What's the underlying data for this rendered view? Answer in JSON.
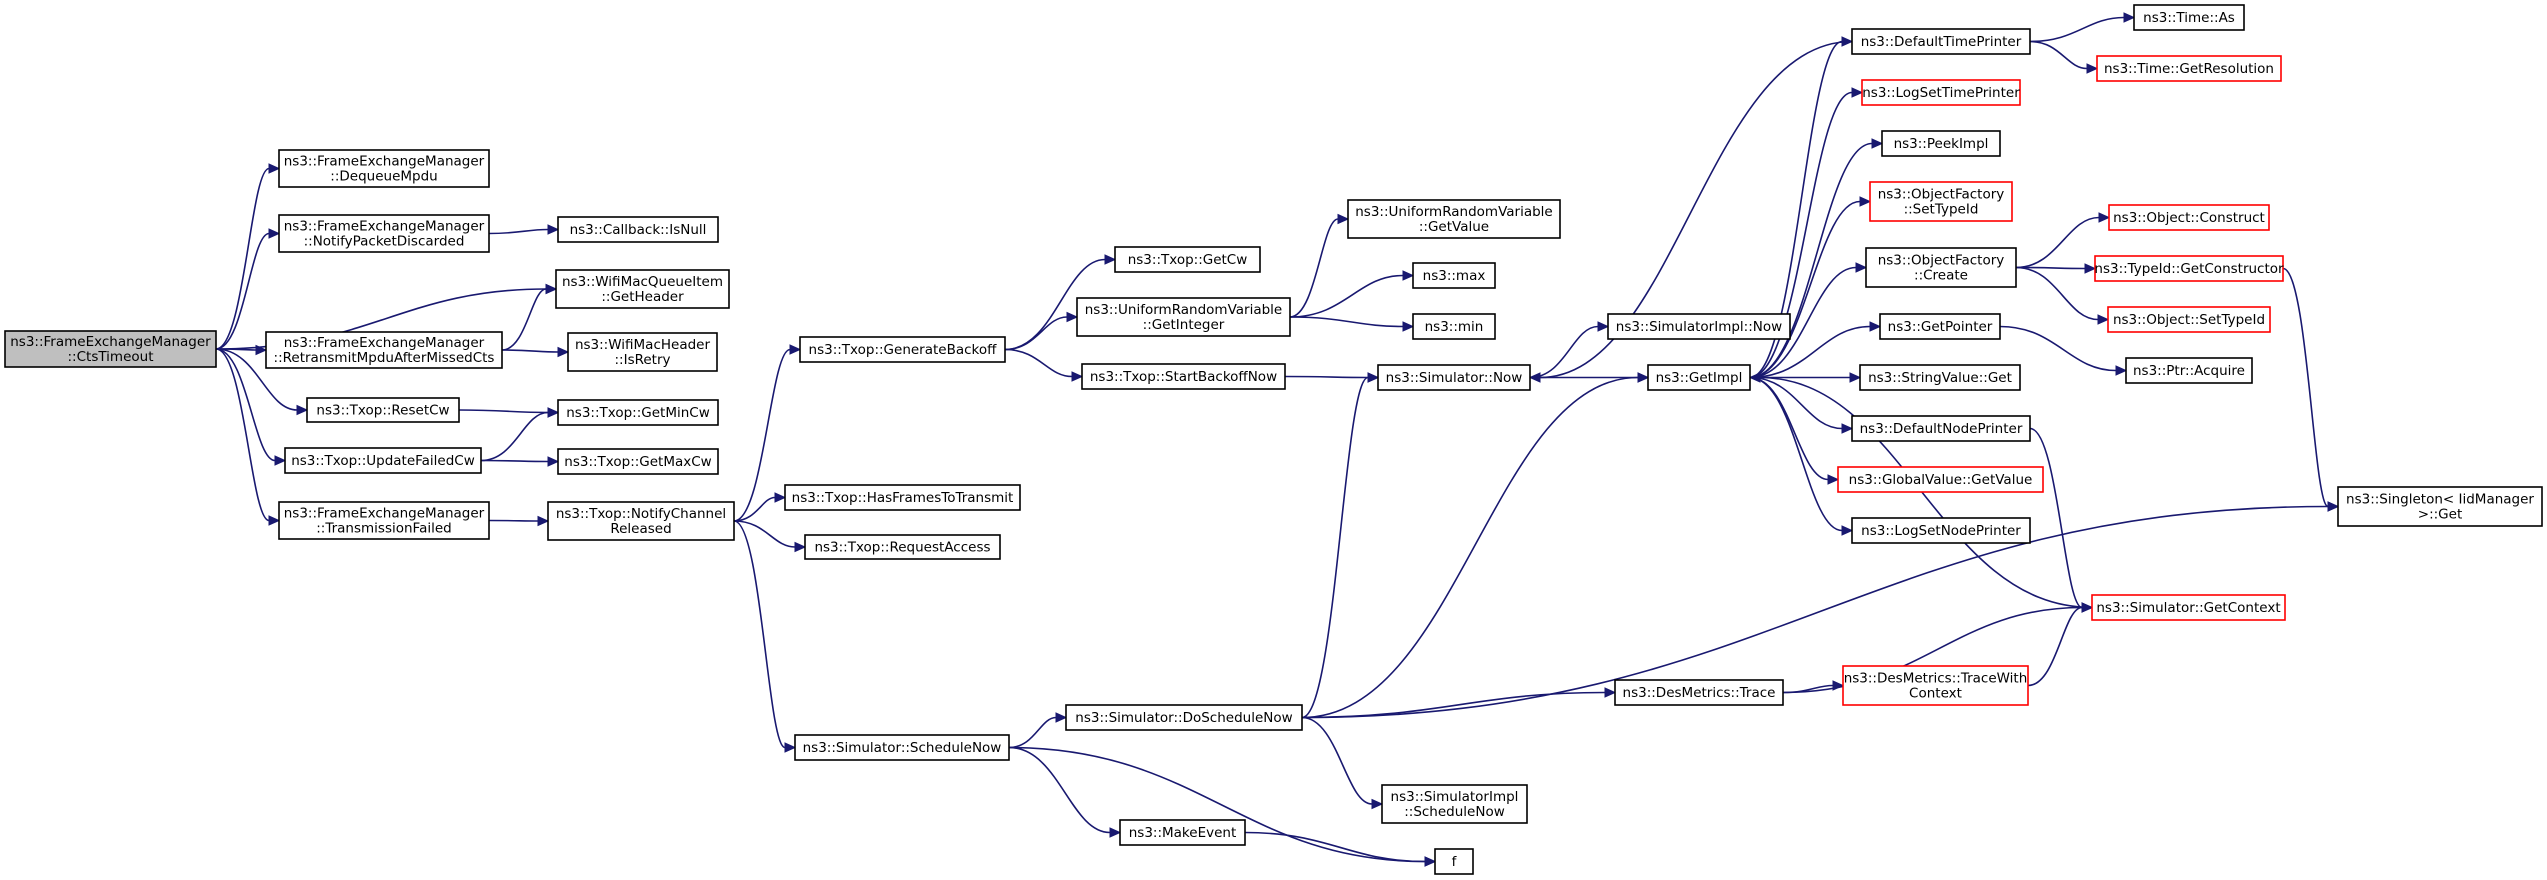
{
  "diagram": {
    "nodes": [
      {
        "id": "cts",
        "lines": [
          "ns3::FrameExchangeManager",
          "::CtsTimeout"
        ],
        "style": "root"
      },
      {
        "id": "dequeue",
        "lines": [
          "ns3::FrameExchangeManager",
          "::DequeueMpdu"
        ]
      },
      {
        "id": "notifydisc",
        "lines": [
          "ns3::FrameExchangeManager",
          "::NotifyPacketDiscarded"
        ]
      },
      {
        "id": "retransmit",
        "lines": [
          "ns3::FrameExchangeManager",
          "::RetransmitMpduAfterMissedCts"
        ]
      },
      {
        "id": "resetcw",
        "lines": [
          "ns3::Txop::ResetCw"
        ]
      },
      {
        "id": "updatefailed",
        "lines": [
          "ns3::Txop::UpdateFailedCw"
        ]
      },
      {
        "id": "transfailed",
        "lines": [
          "ns3::FrameExchangeManager",
          "::TransmissionFailed"
        ]
      },
      {
        "id": "isnull",
        "lines": [
          "ns3::Callback::IsNull"
        ]
      },
      {
        "id": "getheader",
        "lines": [
          "ns3::WifiMacQueueItem",
          "::GetHeader"
        ]
      },
      {
        "id": "isretry",
        "lines": [
          "ns3::WifiMacHeader",
          "::IsRetry"
        ]
      },
      {
        "id": "getmincw",
        "lines": [
          "ns3::Txop::GetMinCw"
        ]
      },
      {
        "id": "getmaxcw",
        "lines": [
          "ns3::Txop::GetMaxCw"
        ]
      },
      {
        "id": "notifychan",
        "lines": [
          "ns3::Txop::NotifyChannel",
          "Released"
        ]
      },
      {
        "id": "genbackoff",
        "lines": [
          "ns3::Txop::GenerateBackoff"
        ]
      },
      {
        "id": "hasframes",
        "lines": [
          "ns3::Txop::HasFramesToTransmit"
        ]
      },
      {
        "id": "reqaccess",
        "lines": [
          "ns3::Txop::RequestAccess"
        ]
      },
      {
        "id": "schednow",
        "lines": [
          "ns3::Simulator::ScheduleNow"
        ]
      },
      {
        "id": "getcw",
        "lines": [
          "ns3::Txop::GetCw"
        ]
      },
      {
        "id": "urvint",
        "lines": [
          "ns3::UniformRandomVariable",
          "::GetInteger"
        ]
      },
      {
        "id": "startbackoff",
        "lines": [
          "ns3::Txop::StartBackoffNow"
        ]
      },
      {
        "id": "doschednow",
        "lines": [
          "ns3::Simulator::DoScheduleNow"
        ]
      },
      {
        "id": "makeevent",
        "lines": [
          "ns3::MakeEvent"
        ]
      },
      {
        "id": "urvval",
        "lines": [
          "ns3::UniformRandomVariable",
          "::GetValue"
        ]
      },
      {
        "id": "max",
        "lines": [
          "ns3::max"
        ]
      },
      {
        "id": "min",
        "lines": [
          "ns3::min"
        ]
      },
      {
        "id": "simnow",
        "lines": [
          "ns3::Simulator::Now"
        ]
      },
      {
        "id": "simimplsched",
        "lines": [
          "ns3::SimulatorImpl",
          "::ScheduleNow"
        ]
      },
      {
        "id": "f",
        "lines": [
          "f"
        ]
      },
      {
        "id": "simimplnow",
        "lines": [
          "ns3::SimulatorImpl::Now"
        ]
      },
      {
        "id": "getimpl",
        "lines": [
          "ns3::GetImpl"
        ]
      },
      {
        "id": "trace",
        "lines": [
          "ns3::DesMetrics::Trace"
        ]
      },
      {
        "id": "defaulttime",
        "lines": [
          "ns3::DefaultTimePrinter"
        ]
      },
      {
        "id": "logsettime",
        "lines": [
          "ns3::LogSetTimePrinter"
        ],
        "style": "truncated"
      },
      {
        "id": "peekimpl",
        "lines": [
          "ns3::PeekImpl"
        ]
      },
      {
        "id": "ofsettype",
        "lines": [
          "ns3::ObjectFactory",
          "::SetTypeId"
        ],
        "style": "truncated"
      },
      {
        "id": "ofcreate",
        "lines": [
          "ns3::ObjectFactory",
          "::Create"
        ]
      },
      {
        "id": "getpointer",
        "lines": [
          "ns3::GetPointer"
        ]
      },
      {
        "id": "strvalget",
        "lines": [
          "ns3::StringValue::Get"
        ]
      },
      {
        "id": "defaultnode",
        "lines": [
          "ns3::DefaultNodePrinter"
        ]
      },
      {
        "id": "globalget",
        "lines": [
          "ns3::GlobalValue::GetValue"
        ],
        "style": "truncated"
      },
      {
        "id": "logsetnode",
        "lines": [
          "ns3::LogSetNodePrinter"
        ]
      },
      {
        "id": "tracectx",
        "lines": [
          "ns3::DesMetrics::TraceWith",
          "Context"
        ],
        "style": "truncated"
      },
      {
        "id": "timeas",
        "lines": [
          "ns3::Time::As"
        ]
      },
      {
        "id": "timeres",
        "lines": [
          "ns3::Time::GetResolution"
        ],
        "style": "truncated"
      },
      {
        "id": "objconstruct",
        "lines": [
          "ns3::Object::Construct"
        ],
        "style": "truncated"
      },
      {
        "id": "typeidctor",
        "lines": [
          "ns3::TypeId::GetConstructor"
        ],
        "style": "truncated"
      },
      {
        "id": "objsettype",
        "lines": [
          "ns3::Object::SetTypeId"
        ],
        "style": "truncated"
      },
      {
        "id": "ptracquire",
        "lines": [
          "ns3::Ptr::Acquire"
        ]
      },
      {
        "id": "getcontext",
        "lines": [
          "ns3::Simulator::GetContext"
        ],
        "style": "truncated"
      },
      {
        "id": "singleton",
        "lines": [
          "ns3::Singleton< IidManager",
          " >::Get"
        ]
      }
    ],
    "edges": [
      [
        "cts",
        "dequeue"
      ],
      [
        "cts",
        "notifydisc"
      ],
      [
        "cts",
        "getheader"
      ],
      [
        "cts",
        "retransmit"
      ],
      [
        "cts",
        "resetcw"
      ],
      [
        "cts",
        "updatefailed"
      ],
      [
        "cts",
        "transfailed"
      ],
      [
        "notifydisc",
        "isnull"
      ],
      [
        "retransmit",
        "getheader"
      ],
      [
        "retransmit",
        "isretry"
      ],
      [
        "resetcw",
        "getmincw"
      ],
      [
        "updatefailed",
        "getmincw"
      ],
      [
        "updatefailed",
        "getmaxcw"
      ],
      [
        "transfailed",
        "notifychan"
      ],
      [
        "notifychan",
        "genbackoff"
      ],
      [
        "notifychan",
        "hasframes"
      ],
      [
        "notifychan",
        "reqaccess"
      ],
      [
        "notifychan",
        "schednow"
      ],
      [
        "genbackoff",
        "getcw"
      ],
      [
        "genbackoff",
        "urvint"
      ],
      [
        "genbackoff",
        "startbackoff"
      ],
      [
        "urvint",
        "urvval"
      ],
      [
        "urvint",
        "max"
      ],
      [
        "urvint",
        "min"
      ],
      [
        "startbackoff",
        "simnow"
      ],
      [
        "schednow",
        "doschednow"
      ],
      [
        "schednow",
        "makeevent"
      ],
      [
        "schednow",
        "f"
      ],
      [
        "makeevent",
        "f"
      ],
      [
        "doschednow",
        "simnow"
      ],
      [
        "doschednow",
        "getimpl"
      ],
      [
        "doschednow",
        "trace"
      ],
      [
        "doschednow",
        "simimplsched"
      ],
      [
        "doschednow",
        "singleton"
      ],
      [
        "simnow",
        "simimplnow"
      ],
      [
        "simnow",
        "getimpl"
      ],
      [
        "getimpl",
        "defaulttime"
      ],
      [
        "getimpl",
        "logsettime"
      ],
      [
        "getimpl",
        "peekimpl"
      ],
      [
        "getimpl",
        "ofsettype"
      ],
      [
        "getimpl",
        "ofcreate"
      ],
      [
        "getimpl",
        "getpointer"
      ],
      [
        "getimpl",
        "strvalget"
      ],
      [
        "getimpl",
        "defaultnode"
      ],
      [
        "getimpl",
        "globalget"
      ],
      [
        "getimpl",
        "logsetnode"
      ],
      [
        "defaulttime",
        "simnow"
      ],
      [
        "defaulttime",
        "timeas"
      ],
      [
        "defaulttime",
        "timeres"
      ],
      [
        "ofcreate",
        "objconstruct"
      ],
      [
        "ofcreate",
        "typeidctor"
      ],
      [
        "ofcreate",
        "objsettype"
      ],
      [
        "getpointer",
        "ptracquire"
      ],
      [
        "defaultnode",
        "getcontext"
      ],
      [
        "getcontext",
        "getimpl"
      ],
      [
        "typeidctor",
        "singleton"
      ],
      [
        "trace",
        "getcontext"
      ],
      [
        "trace",
        "tracectx"
      ],
      [
        "tracectx",
        "getcontext"
      ]
    ]
  }
}
